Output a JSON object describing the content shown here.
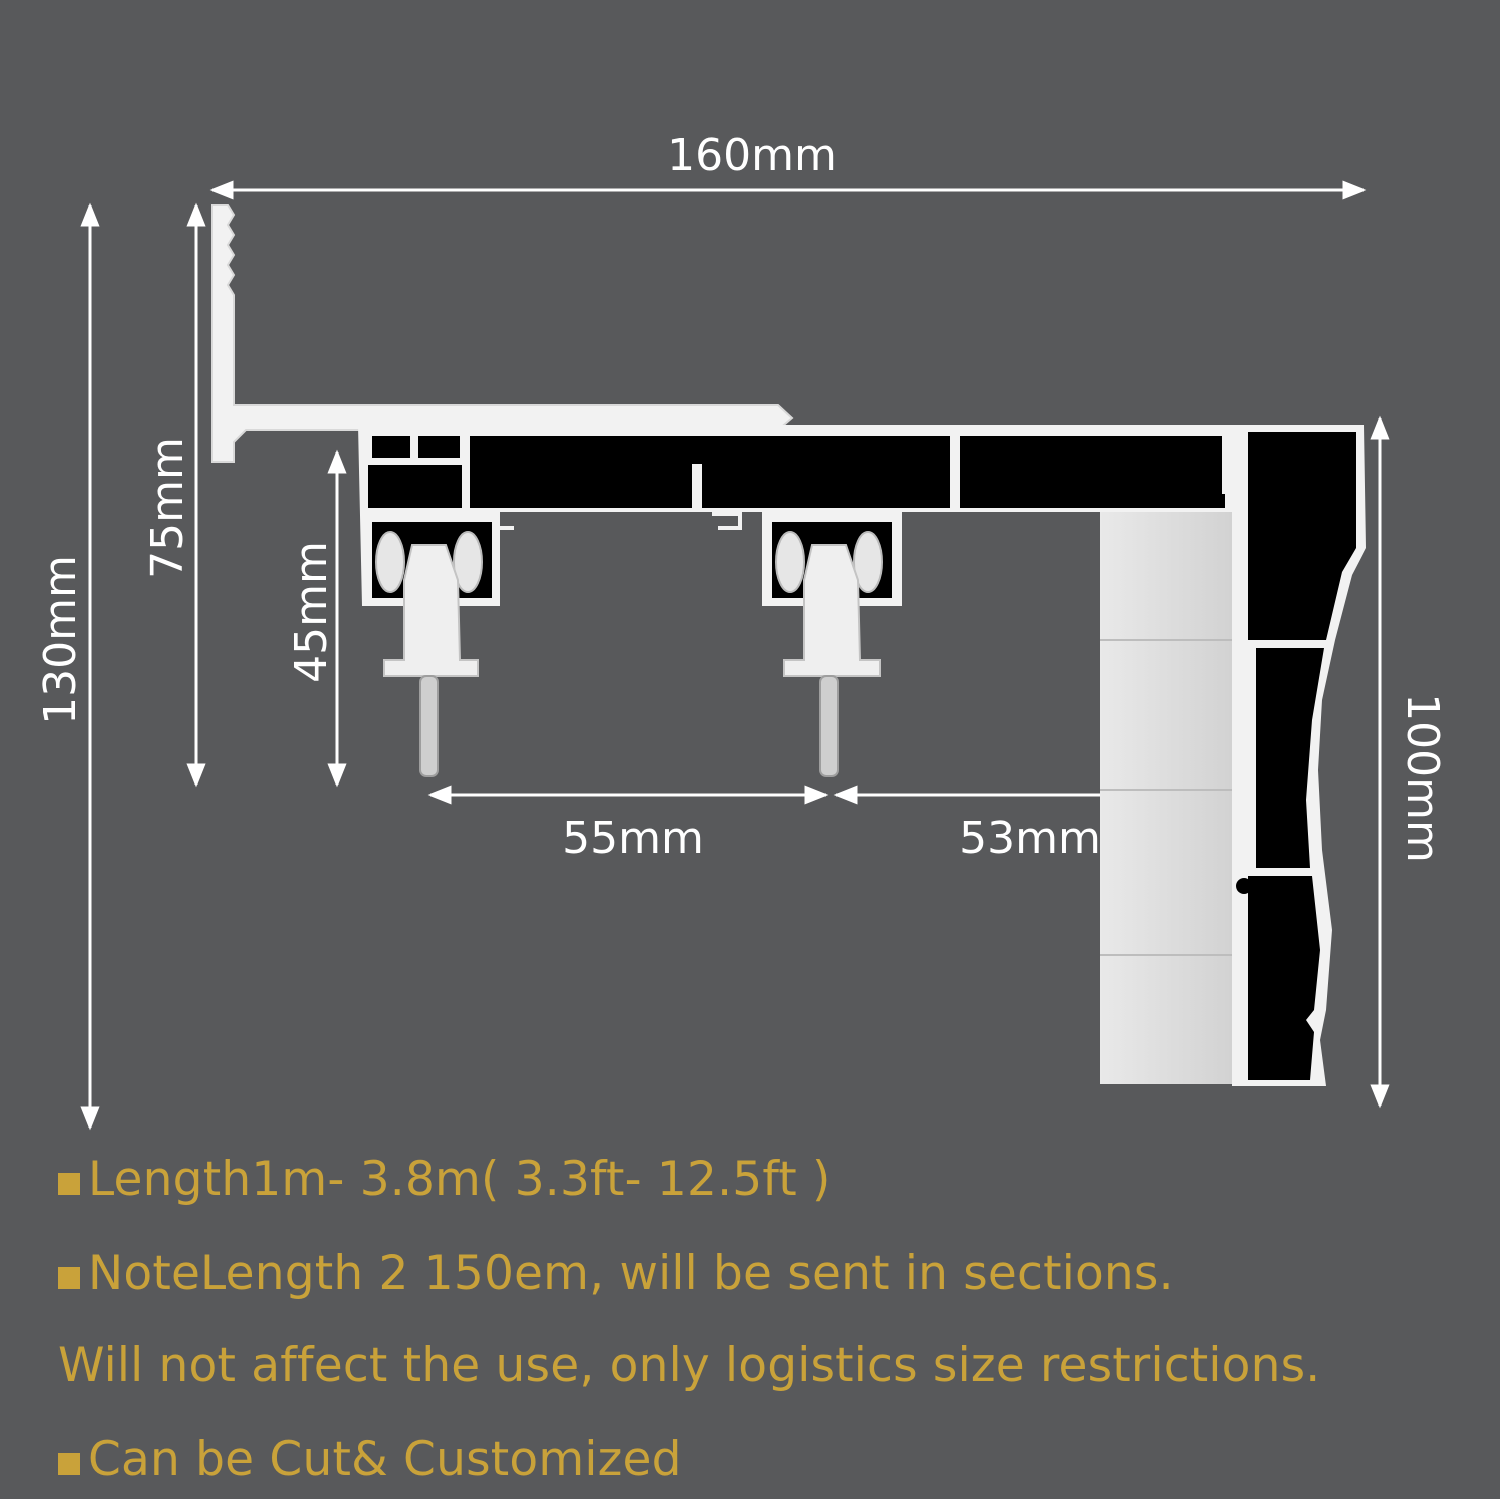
{
  "dimensions": {
    "width_total": "160mm",
    "height_total": "130mm",
    "height_bracket": "75mm",
    "height_track": "45mm",
    "spacing_left": "55mm",
    "spacing_right": "53mm",
    "height_valance": "100mm"
  },
  "notes": [
    "Length1m- 3.8m( 3.3ft- 12.5ft )",
    "NoteLength 2 150em, will be sent in sections.",
    "Will not affect the use, only logistics size restrictions.",
    "Can be Cut& Customized"
  ],
  "colors": {
    "background": "#58595b",
    "profile_fill": "#000000",
    "profile_outline": "#f2f2f2",
    "note_text": "#c9a23a",
    "dimension_text": "#ffffff"
  }
}
